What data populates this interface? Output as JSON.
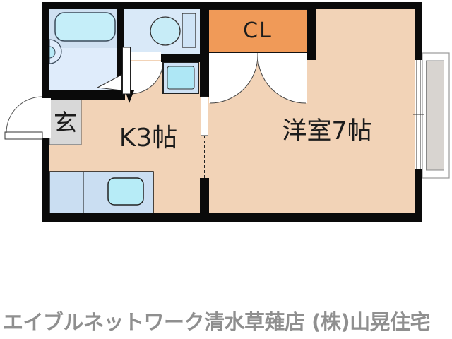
{
  "caption": "エイブルネットワーク清水草薙店 (株)山晃住宅",
  "floorplan": {
    "labels": {
      "closet": "CL",
      "entrance": "玄",
      "kitchen": "K3帖",
      "western_room": "洋室7帖"
    },
    "fixtures": [
      "bathtub",
      "wash-basin",
      "toilet",
      "laundry-space",
      "kitchen-counter",
      "kitchen-sink",
      "entrance-door",
      "toilet-door",
      "bathroom-door",
      "closet-double-doors",
      "sliding-door",
      "window",
      "balcony"
    ]
  },
  "colors": {
    "wall_black": "#0a0a0a",
    "floor_peach": "#F2D3B7",
    "closet_orange": "#F09A58",
    "bath_unit_blue": "#CFE0F1",
    "bath_floor_blue": "#DFECFB",
    "toilet_floor_blue": "#D9E9F8",
    "fixture_cyan": "#C5EEF9",
    "counter_blue": "#CADEF2",
    "entrance_gray": "#D8D8D8",
    "balcony_gray": "#D8D4D0",
    "caption_gray": "#8F8F8F"
  }
}
